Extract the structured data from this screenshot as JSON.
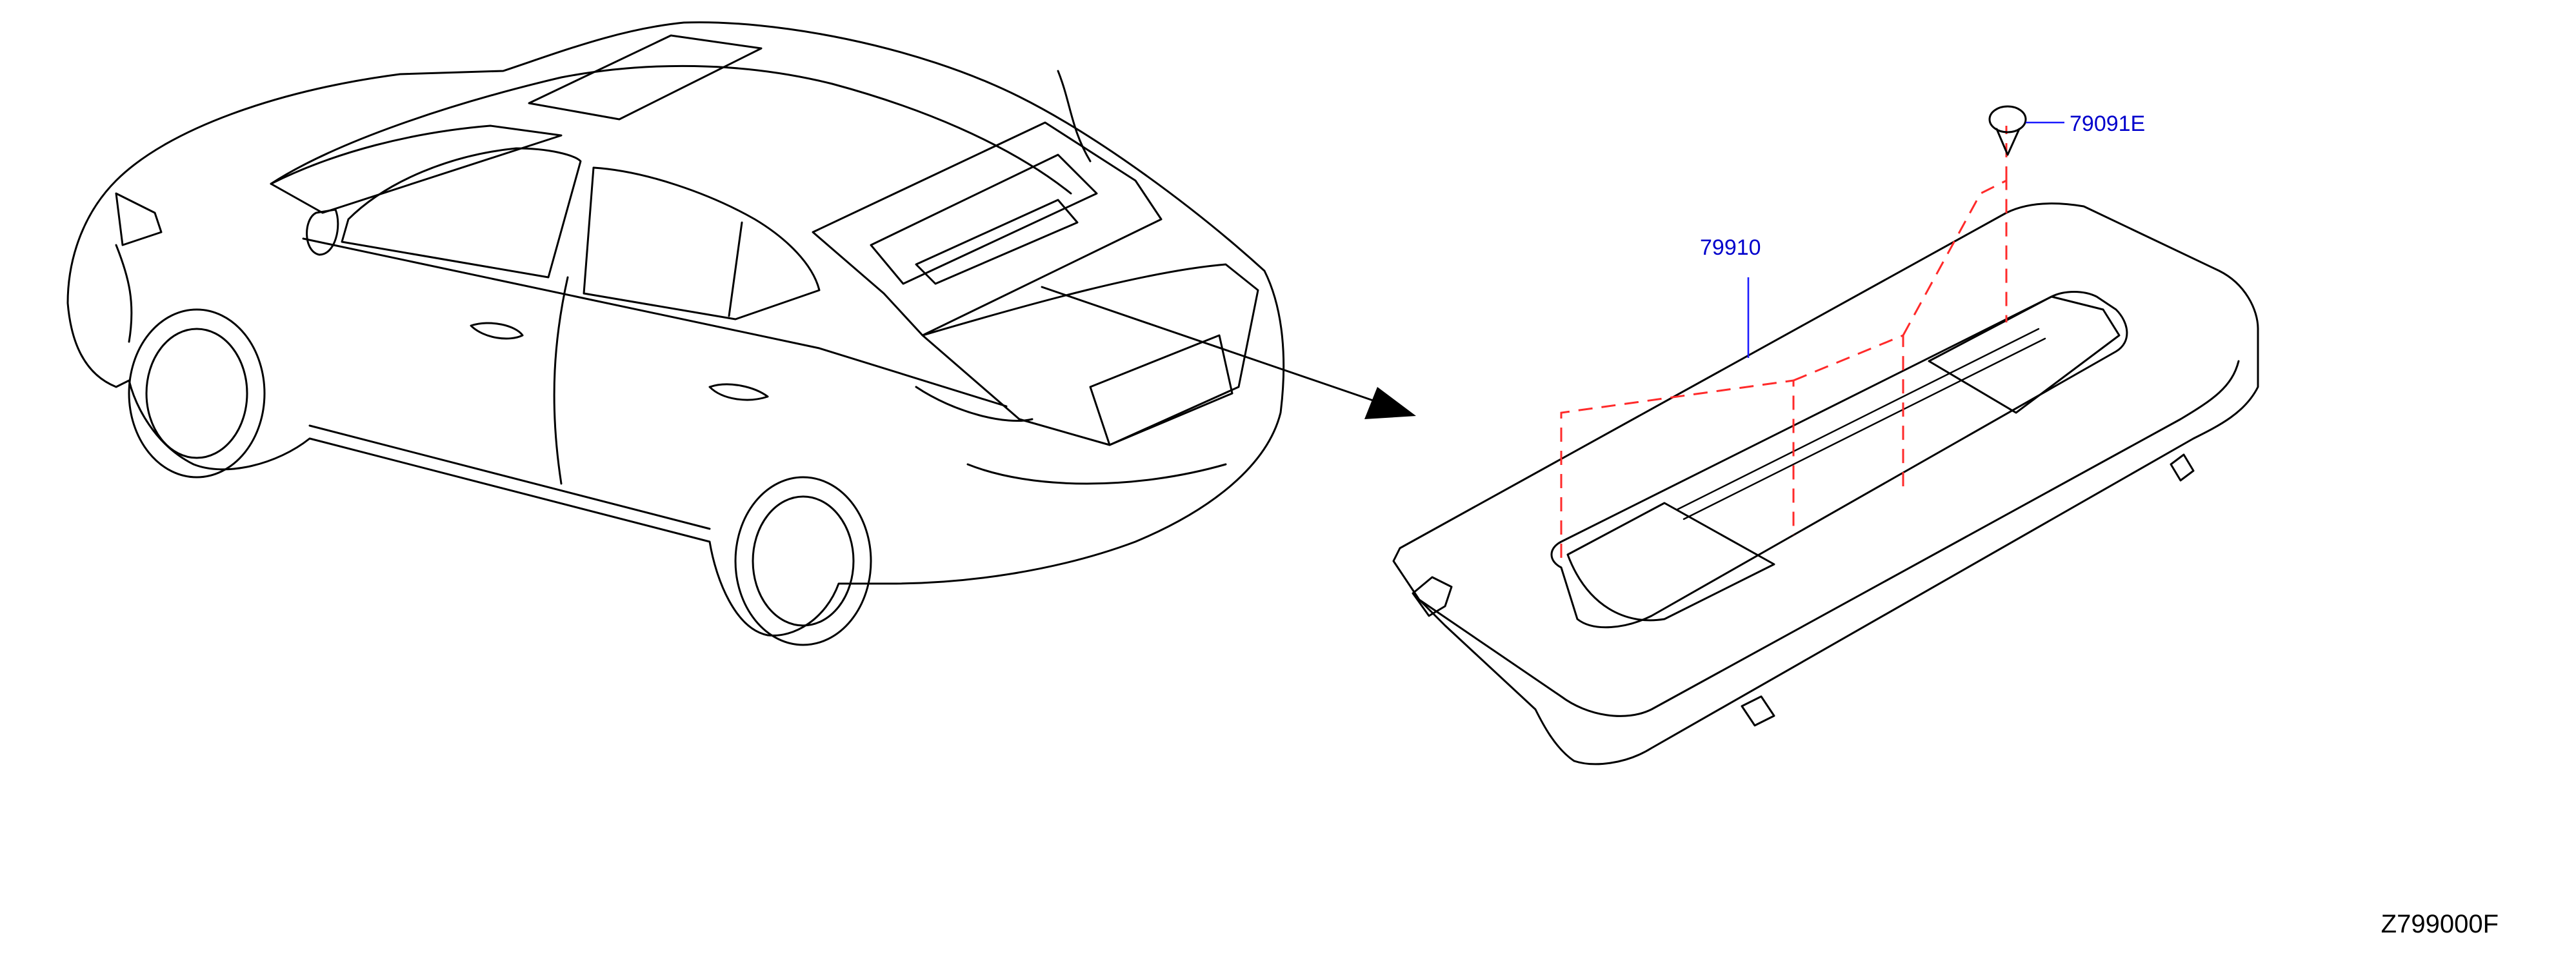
{
  "labels": {
    "shelf_part": "79910",
    "clip_part": "79091E"
  },
  "diagram_id": "Z799000F",
  "colors": {
    "leader": "#1a1aff",
    "label": "#0000cc",
    "dashed_guide": "#ff2a2a"
  }
}
